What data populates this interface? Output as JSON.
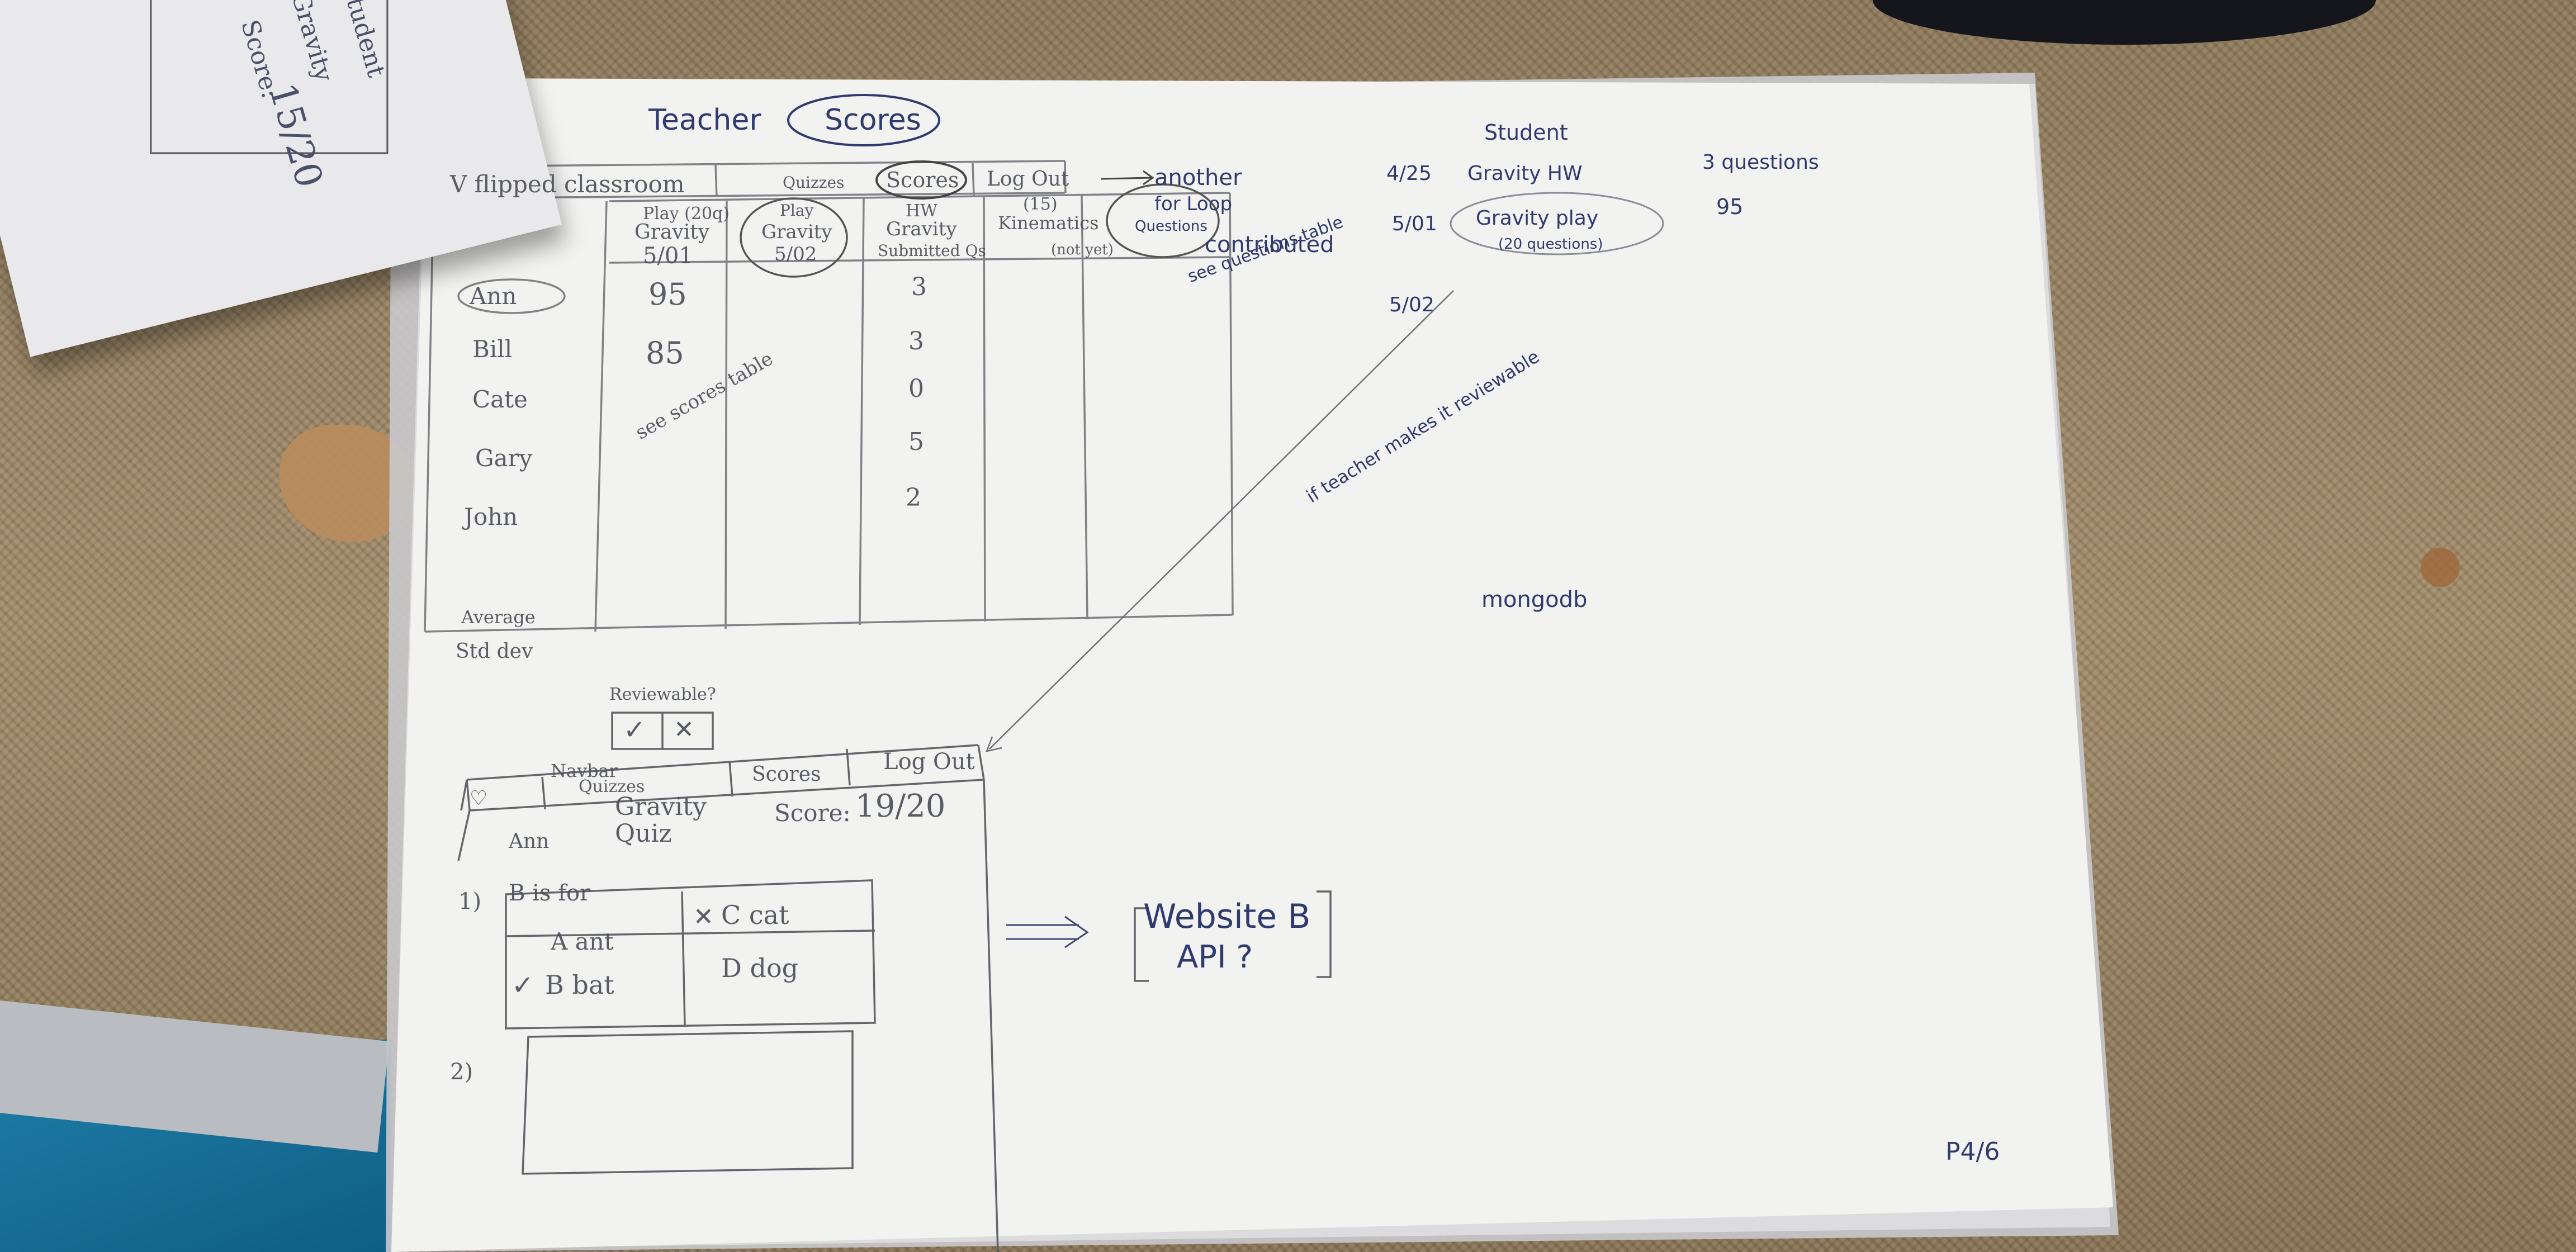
{
  "notebook": {
    "student": "Student",
    "quiz": "Gravity",
    "score_label": "Score:",
    "score_value": "15/20"
  },
  "teacher_view": {
    "title": "Teacher",
    "title_circled": "Scores",
    "navbar": {
      "menu_label": "V flipped classroom",
      "quizzes": "Quizzes",
      "scores": "Scores",
      "logout": "Log Out"
    },
    "columns": [
      {
        "lines": [
          "Play (20q)",
          "Gravity",
          "5/01"
        ]
      },
      {
        "lines": [
          "Play",
          "Gravity",
          "5/02"
        ]
      },
      {
        "lines": [
          "HW",
          "Gravity",
          "Submitted Qs"
        ]
      },
      {
        "lines": [
          "(15)",
          "Kinematics"
        ]
      },
      {
        "lines": [
          "for Loop",
          "Questions"
        ],
        "note": "(not yet)"
      }
    ],
    "rows": [
      {
        "name": "Ann",
        "col1": "95",
        "col3": "3"
      },
      {
        "name": "Bill",
        "col1": "85",
        "col3": "3"
      },
      {
        "name": "Cate",
        "col1": "",
        "col3": "0"
      },
      {
        "name": "Gary",
        "col1": "",
        "col3": "5"
      },
      {
        "name": "John",
        "col1": "",
        "col3": "2"
      }
    ],
    "see_scores_table": "see scores table",
    "footer_rows": [
      "Average",
      "Std dev"
    ],
    "another_note": "another",
    "contributed_note": "contributed",
    "see_questions_table": "see questions table"
  },
  "student_view": {
    "title": "Student",
    "items": [
      {
        "date": "4/25",
        "name": "Gravity HW",
        "detail": "3 questions"
      },
      {
        "date": "5/01",
        "name": "Gravity play",
        "detail": "95",
        "sub": "(20 questions)"
      },
      {
        "date": "5/02",
        "name": "",
        "detail": ""
      }
    ]
  },
  "reviewable_note": "if teacher makes it reviewable",
  "mongodb_label": "mongodb",
  "quiz_view": {
    "reviewable_label": "Reviewable?",
    "check": "✓",
    "cross": "✕",
    "navbar": {
      "heart": "♡",
      "nav_label": "Navbar",
      "quizzes": "Quizzes",
      "scores": "Scores",
      "logout": "Log Out"
    },
    "student": "Ann",
    "quiz_name": "Gravity Quiz",
    "score_label": "Score:",
    "score_value": "19/20",
    "question_number": "1)",
    "question": "B is for",
    "options": [
      {
        "mark": "",
        "label": "A ant"
      },
      {
        "mark": "✕",
        "label": "C cat"
      },
      {
        "mark": "✓",
        "label": "B bat"
      },
      {
        "mark": "",
        "label": "D dog"
      }
    ],
    "question2_number": "2)"
  },
  "website_note": {
    "arrow": "⇒",
    "line1": "Website B",
    "line2": "API ?"
  },
  "page_number": "P4/6"
}
